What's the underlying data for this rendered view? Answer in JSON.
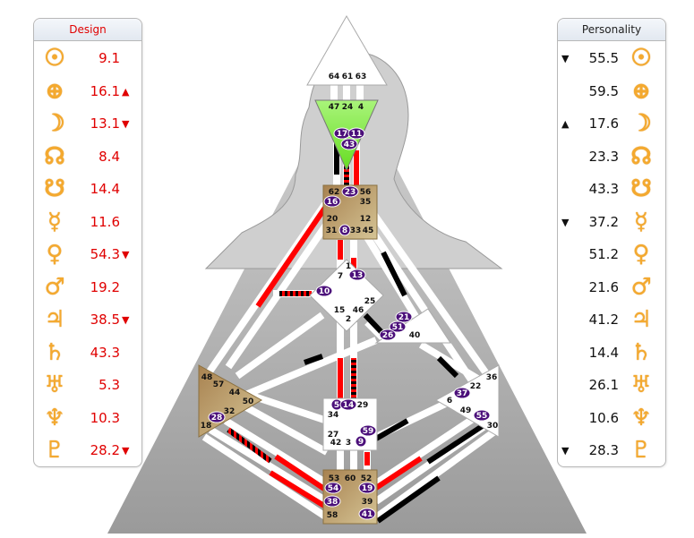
{
  "design_panel": {
    "title": "Design",
    "rows": [
      {
        "planet": "sun",
        "glyph": "☉",
        "value": "9.1",
        "arrow": ""
      },
      {
        "planet": "earth",
        "glyph": "⊕",
        "value": "16.1",
        "arrow": "▲"
      },
      {
        "planet": "moon",
        "glyph": "☽",
        "value": "13.1",
        "arrow": "▼"
      },
      {
        "planet": "north-node",
        "glyph": "☊",
        "value": "8.4",
        "arrow": ""
      },
      {
        "planet": "south-node",
        "glyph": "☋",
        "value": "14.4",
        "arrow": ""
      },
      {
        "planet": "mercury",
        "glyph": "☿",
        "value": "11.6",
        "arrow": ""
      },
      {
        "planet": "venus",
        "glyph": "♀",
        "value": "54.3",
        "arrow": "▼"
      },
      {
        "planet": "mars",
        "glyph": "♂",
        "value": "19.2",
        "arrow": ""
      },
      {
        "planet": "jupiter",
        "glyph": "♃",
        "value": "38.5",
        "arrow": "▼"
      },
      {
        "planet": "saturn",
        "glyph": "♄",
        "value": "43.3",
        "arrow": ""
      },
      {
        "planet": "uranus",
        "glyph": "♅",
        "value": "5.3",
        "arrow": ""
      },
      {
        "planet": "neptune",
        "glyph": "♆",
        "value": "10.3",
        "arrow": ""
      },
      {
        "planet": "pluto",
        "glyph": "♇",
        "value": "28.2",
        "arrow": "▼"
      }
    ]
  },
  "personality_panel": {
    "title": "Personality",
    "rows": [
      {
        "planet": "sun",
        "glyph": "☉",
        "value": "55.5",
        "arrow": "▼"
      },
      {
        "planet": "earth",
        "glyph": "⊕",
        "value": "59.5",
        "arrow": ""
      },
      {
        "planet": "moon",
        "glyph": "☽",
        "value": "17.6",
        "arrow": "▲"
      },
      {
        "planet": "north-node",
        "glyph": "☊",
        "value": "23.3",
        "arrow": ""
      },
      {
        "planet": "south-node",
        "glyph": "☋",
        "value": "43.3",
        "arrow": ""
      },
      {
        "planet": "mercury",
        "glyph": "☿",
        "value": "37.2",
        "arrow": "▼"
      },
      {
        "planet": "venus",
        "glyph": "♀",
        "value": "51.2",
        "arrow": ""
      },
      {
        "planet": "mars",
        "glyph": "♂",
        "value": "21.6",
        "arrow": ""
      },
      {
        "planet": "jupiter",
        "glyph": "♃",
        "value": "41.2",
        "arrow": ""
      },
      {
        "planet": "saturn",
        "glyph": "♄",
        "value": "14.4",
        "arrow": ""
      },
      {
        "planet": "uranus",
        "glyph": "♅",
        "value": "26.1",
        "arrow": ""
      },
      {
        "planet": "neptune",
        "glyph": "♆",
        "value": "10.6",
        "arrow": ""
      },
      {
        "planet": "pluto",
        "glyph": "♇",
        "value": "28.3",
        "arrow": "▼"
      }
    ]
  },
  "colors": {
    "design": "#ff0000",
    "personality": "#000000",
    "active_gate": "#4b0f7a",
    "defined_center_brown": "#b08a55",
    "defined_center_green": "#86ee44",
    "undefined_center": "#ffffff",
    "planet_glyph": "#f4a92f"
  },
  "centers": [
    {
      "name": "head",
      "defined": false,
      "gates": [
        "64",
        "61",
        "63"
      ],
      "active": []
    },
    {
      "name": "ajna",
      "defined": true,
      "gates": [
        "47",
        "24",
        "4",
        "17",
        "11",
        "43"
      ],
      "active": [
        "17",
        "11",
        "43"
      ]
    },
    {
      "name": "throat",
      "defined": true,
      "gates": [
        "62",
        "23",
        "56",
        "16",
        "35",
        "20",
        "12",
        "31",
        "8",
        "33",
        "45"
      ],
      "active": [
        "23",
        "16",
        "8"
      ]
    },
    {
      "name": "g-center",
      "defined": false,
      "gates": [
        "1",
        "7",
        "13",
        "10",
        "25",
        "15",
        "46",
        "2"
      ],
      "active": [
        "13",
        "10"
      ]
    },
    {
      "name": "heart",
      "defined": false,
      "gates": [
        "21",
        "51",
        "26",
        "40"
      ],
      "active": [
        "21",
        "51",
        "26"
      ]
    },
    {
      "name": "spleen",
      "defined": true,
      "gates": [
        "48",
        "57",
        "44",
        "50",
        "32",
        "28",
        "18"
      ],
      "active": [
        "28"
      ]
    },
    {
      "name": "sacral",
      "defined": false,
      "gates": [
        "5",
        "14",
        "29",
        "34",
        "27",
        "59",
        "42",
        "3",
        "9"
      ],
      "active": [
        "5",
        "14",
        "59",
        "9"
      ]
    },
    {
      "name": "solar-plexus",
      "defined": false,
      "gates": [
        "36",
        "22",
        "37",
        "6",
        "49",
        "55",
        "30"
      ],
      "active": [
        "37",
        "55"
      ]
    },
    {
      "name": "root",
      "defined": true,
      "gates": [
        "53",
        "60",
        "52",
        "54",
        "19",
        "38",
        "39",
        "58",
        "41"
      ],
      "active": [
        "54",
        "19",
        "38",
        "41"
      ]
    }
  ]
}
